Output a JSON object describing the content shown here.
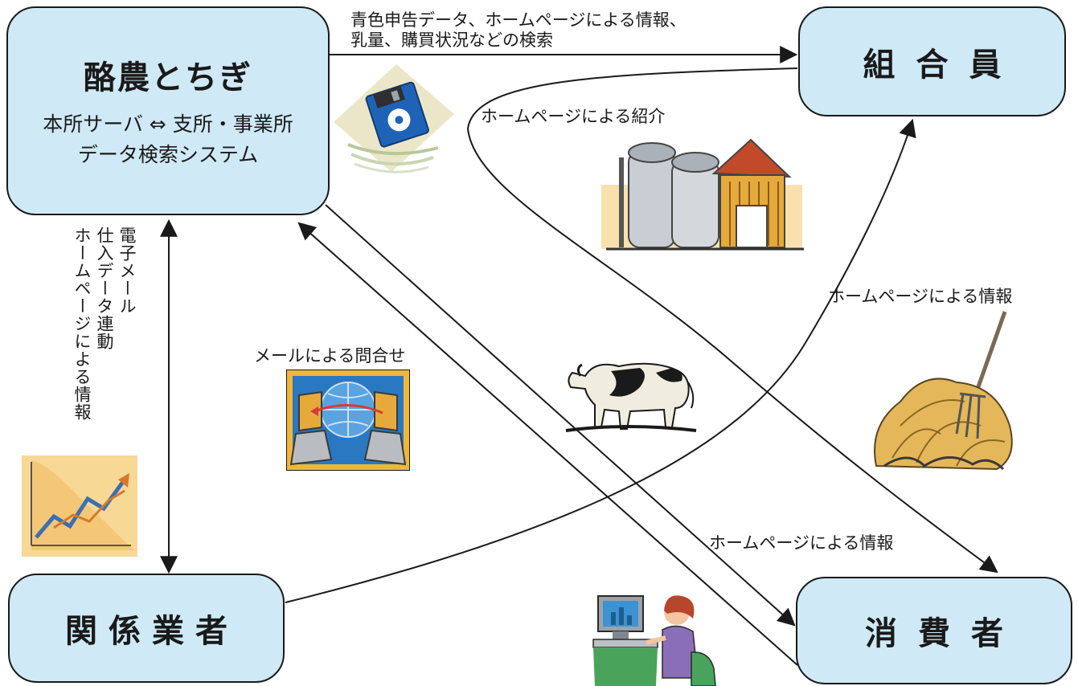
{
  "nodes": {
    "rakuno": {
      "title": "酪農とちぎ",
      "subtitle_line1": "本所サーバ ⇔ 支所・事業所",
      "subtitle_line2": "データ検索システム"
    },
    "kumiaiin": {
      "title": "組合員"
    },
    "kankei": {
      "title": "関係業者"
    },
    "shohisha": {
      "title": "消費者"
    }
  },
  "edges": {
    "search_line1": "青色申告データ、ホームページによる情報、",
    "search_line2": "乳量、購買状況などの検索",
    "intro": "ホームページによる紹介",
    "info_kumiaiin": "ホームページによる情報",
    "info_shohisha": "ホームページによる情報",
    "mail_inquiry": "メールによる問合せ",
    "vertical_col1": "電子メール",
    "vertical_col2": "仕入データ連動",
    "vertical_col3": "ホームページによる情報"
  },
  "clipart": {
    "disk": "floppy-disk-icon",
    "barn": "barn-silo-icon",
    "cow": "cow-icon",
    "hay": "haystack-pitchfork-icon",
    "globe": "globe-computers-icon",
    "graph": "growth-chart-icon",
    "person": "woman-at-computer-icon"
  },
  "colors": {
    "node_fill": "#cfe9f6",
    "stroke": "#1a1a1a"
  }
}
